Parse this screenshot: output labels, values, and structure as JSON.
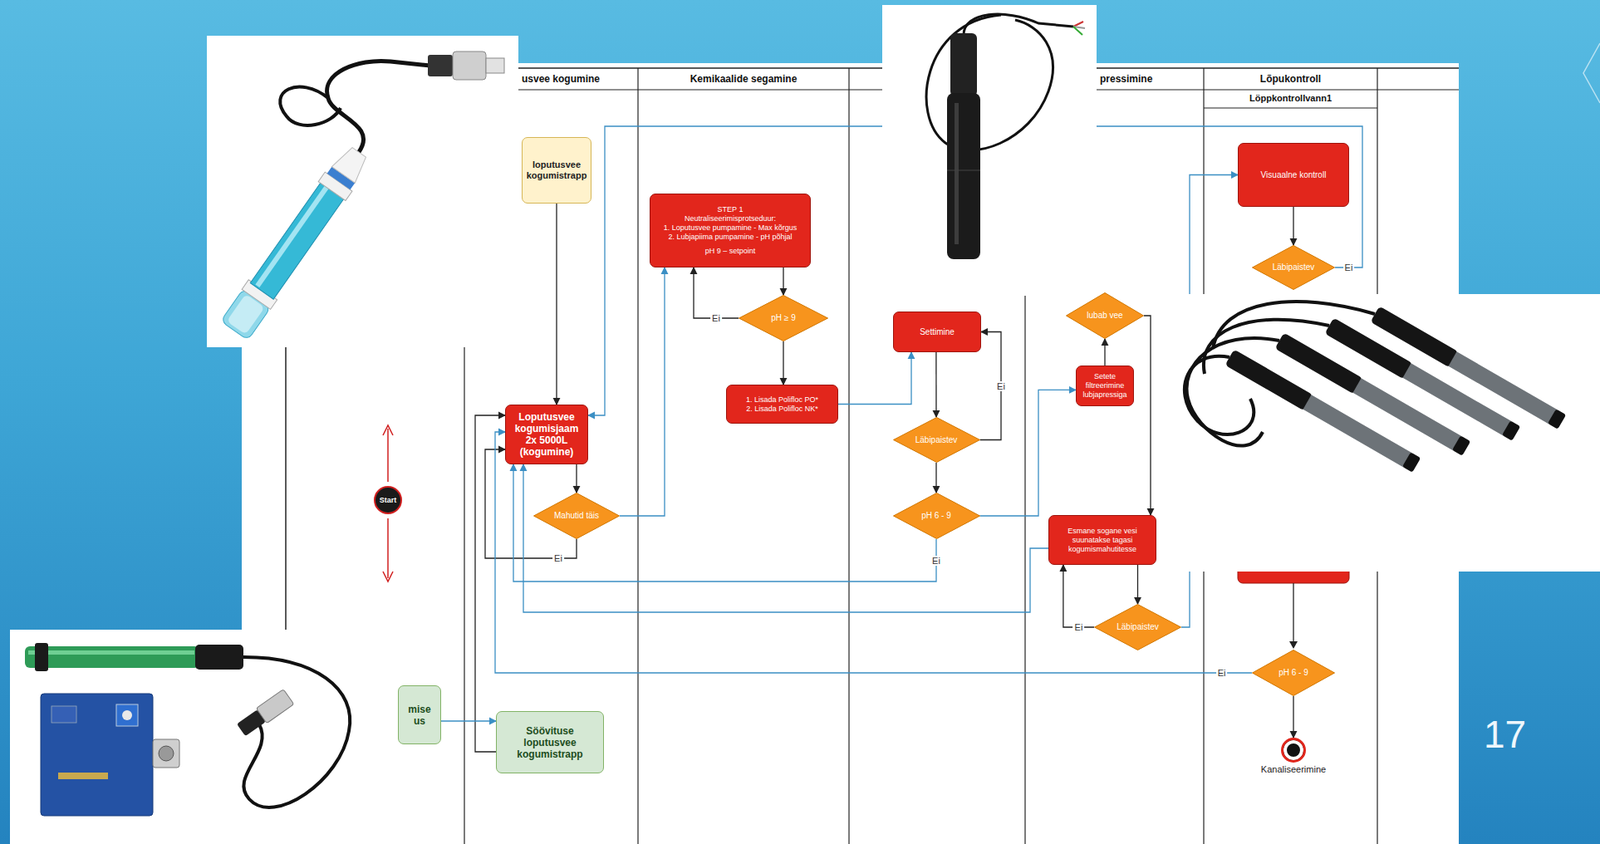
{
  "diagram": {
    "nodes": [
      {
        "text": [
          "loputusvee kogumistrapp"
        ]
      },
      {
        "text": [
          "STEP 1",
          "Neutraliseerimisprotseduur:",
          "1. Loputusvee pumpamine - Max kõrgus",
          "2. Lubjapiima pumpamine - pH põhjal",
          "pH 9 – setpoint"
        ]
      },
      {
        "text": [
          "Visuaalne kontroll"
        ]
      },
      {
        "text": [
          "pH ≥ 9"
        ]
      },
      {
        "text": [
          "Läbipaistev"
        ]
      },
      {
        "text": [
          "Settimine"
        ]
      },
      {
        "text": [
          "lubab vee"
        ]
      },
      {
        "text": [
          "1. Lisada Polifloc PO*",
          "2. Lisada Polifloc NK*"
        ]
      },
      {
        "text": [
          "Setete filtreerimine lubjapressiga"
        ]
      },
      {
        "text": [
          "Loputusvee kogumisjaam 2x 5000L (kogumine)"
        ]
      },
      {
        "text": [
          "Läbipaistev"
        ]
      },
      {
        "text": [
          "Start"
        ]
      },
      {
        "text": [
          "Mahutid täis"
        ]
      },
      {
        "text": [
          "pH 6 - 9"
        ]
      },
      {
        "text": [
          "Esmane sogane vesi suunatakse tagasi kogumismahutitesse"
        ]
      },
      {
        "text": [
          "Läbipaistev"
        ]
      },
      {
        "text": [
          "pH 6 - 9"
        ]
      },
      {
        "text": [
          "mise us"
        ]
      },
      {
        "text": [
          "Söövituse loputusvee kogumistrapp"
        ]
      },
      {
        "text": [
          "Kanaliseerimine"
        ]
      }
    ],
    "edges": [
      {
        "from": 0,
        "to": 9,
        "arrow": "to"
      },
      {
        "from": 9,
        "to": 12,
        "arrow": "to"
      },
      {
        "from": 12,
        "to": 1,
        "arrow": "to"
      },
      {
        "from": 12,
        "to": 9,
        "label": "Ei",
        "arrow": "to"
      },
      {
        "from": 1,
        "to": 3,
        "arrow": "to"
      },
      {
        "from": 3,
        "to": 1,
        "label": "Ei",
        "arrow": "to"
      },
      {
        "from": 3,
        "to": 7,
        "arrow": "to"
      },
      {
        "from": 7,
        "to": 5,
        "arrow": "to"
      },
      {
        "from": 5,
        "to": 10,
        "arrow": "to"
      },
      {
        "from": 10,
        "to": 5,
        "label": "Ei",
        "arrow": "to"
      },
      {
        "from": 10,
        "to": 13,
        "arrow": "to"
      },
      {
        "from": 13,
        "to": 8,
        "arrow": "to"
      },
      {
        "from": 13,
        "to": 9,
        "label": "Ei",
        "arrow": "to"
      },
      {
        "from": 8,
        "to": 6,
        "arrow": "to"
      },
      {
        "from": 6,
        "to": 14,
        "arrow": "to"
      },
      {
        "from": 14,
        "to": 15,
        "arrow": "to"
      },
      {
        "from": 15,
        "to": 14,
        "label": "Ei",
        "arrow": "to"
      },
      {
        "from": 15,
        "to": 2,
        "arrow": "to"
      },
      {
        "from": 14,
        "to": 9,
        "arrow": "to"
      },
      {
        "from": 2,
        "to": 4,
        "arrow": "to"
      },
      {
        "from": 4,
        "to": 9,
        "label": "Ei",
        "arrow": "to"
      },
      {
        "from": 16,
        "to": 19,
        "arrow": "to"
      },
      {
        "from": 16,
        "to": 9,
        "label": "Ei",
        "arrow": "to"
      },
      {
        "from": 18,
        "to": 9,
        "arrow": "to"
      },
      {
        "from": 17,
        "to": 18,
        "arrow": "to"
      }
    ],
    "labels": [
      "usvee kogumine",
      "Kemikaalide segamine",
      "pressimine",
      "Lõpukontroll",
      "Löppkontrollvann1",
      "17"
    ]
  }
}
